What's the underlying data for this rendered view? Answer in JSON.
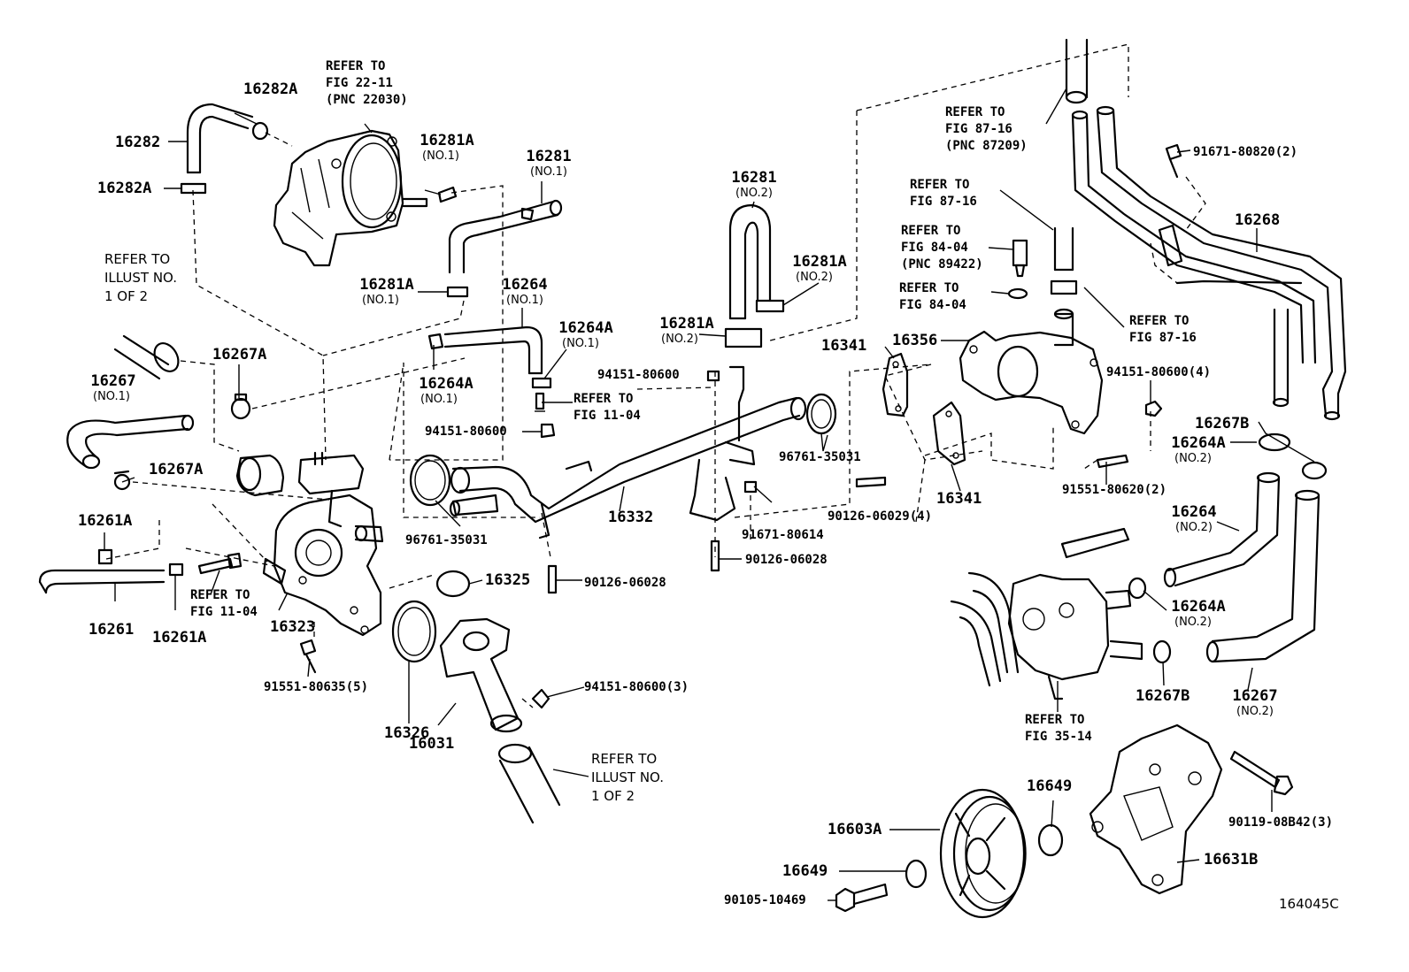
{
  "figure_code": "164045C",
  "callouts": {
    "p16282A_top": "16282A",
    "p16282": "16282",
    "p16282A_bottom": "16282A",
    "ref_fig_22_11": "REFER TO\nFIG 22-11\n(PNC 22030)",
    "p16281A_no1_top": "16281A",
    "p16281A_no1_top_sub": "(NO.1)",
    "p16281_no1": "16281",
    "p16281_no1_sub": "(NO.1)",
    "ref_illust_left": "REFER TO\nILLUST NO.\n1 OF 2",
    "p16281A_no1_mid": "16281A",
    "p16281A_no1_mid_sub": "(NO.1)",
    "p16264_no1": "16264",
    "p16264_no1_sub": "(NO.1)",
    "p16264A_no1_right": "16264A",
    "p16264A_no1_right_sub": "(NO.1)",
    "p16267A_top": "16267A",
    "p16267_no1": "16267",
    "p16267_no1_sub": "(NO.1)",
    "p16264A_no1_left": "16264A",
    "p16264A_no1_left_sub": "(NO.1)",
    "ref_fig_11_04_a": "REFER TO\nFIG 11-04",
    "p16267A_mid": "16267A",
    "p94151_80600_a": "94151-80600",
    "p94151_80600_b": "94151-80600",
    "p16261A_top": "16261A",
    "p16261": "16261",
    "p16261A_bottom": "16261A",
    "ref_fig_11_04_b": "REFER TO\nFIG 11-04",
    "p16323": "16323",
    "p96761_35031_left": "96761-35031",
    "p16332": "16332",
    "p16325": "16325",
    "p90126_06028_a": "90126-06028",
    "p90126_06028_b": "90126-06028",
    "p91551_80635": "91551-80635(5)",
    "p94151_80600_3": "94151-80600(3)",
    "p16326": "16326",
    "p16031": "16031",
    "ref_illust_bottom": "REFER TO\nILLUST NO.\n1 OF 2",
    "p16281_no2": "16281",
    "p16281_no2_sub": "(NO.2)",
    "p16281A_no2_right": "16281A",
    "p16281A_no2_right_sub": "(NO.2)",
    "p16281A_no2_left": "16281A",
    "p16281A_no2_left_sub": "(NO.2)",
    "p96761_35031_right": "96761-35031",
    "p91671_80614": "91671-80614",
    "ref_fig_87_16_pnc": "REFER TO\nFIG 87-16\n(PNC 87209)",
    "ref_fig_87_16_a": "REFER TO\nFIG 87-16",
    "ref_fig_84_04_pnc": "REFER TO\nFIG 84-04\n(PNC 89422)",
    "ref_fig_84_04": "REFER TO\nFIG 84-04",
    "p16341_top": "16341",
    "p16356": "16356",
    "p16341_bottom": "16341",
    "p90126_06029": "90126-06029(4)",
    "p91671_80820": "91671-80820(2)",
    "p16268": "16268",
    "ref_fig_87_16_b": "REFER TO\nFIG 87-16",
    "p94151_80600_4": "94151-80600(4)",
    "p16267B_top": "16267B",
    "p16264A_no2_top": "16264A",
    "p16264A_no2_top_sub": "(NO.2)",
    "p91551_80620": "91551-80620(2)",
    "p16264_no2": "16264",
    "p16264_no2_sub": "(NO.2)",
    "p16264A_no2_bottom": "16264A",
    "p16264A_no2_bottom_sub": "(NO.2)",
    "p16267B_bottom": "16267B",
    "p16267_no2": "16267",
    "p16267_no2_sub": "(NO.2)",
    "ref_fig_35_14": "REFER TO\nFIG 35-14",
    "p16649_right": "16649",
    "p16603A": "16603A",
    "p16649_left": "16649",
    "p16631B": "16631B",
    "p90119_08B42": "90119-08B42(3)",
    "p90105_10469": "90105-10469"
  }
}
